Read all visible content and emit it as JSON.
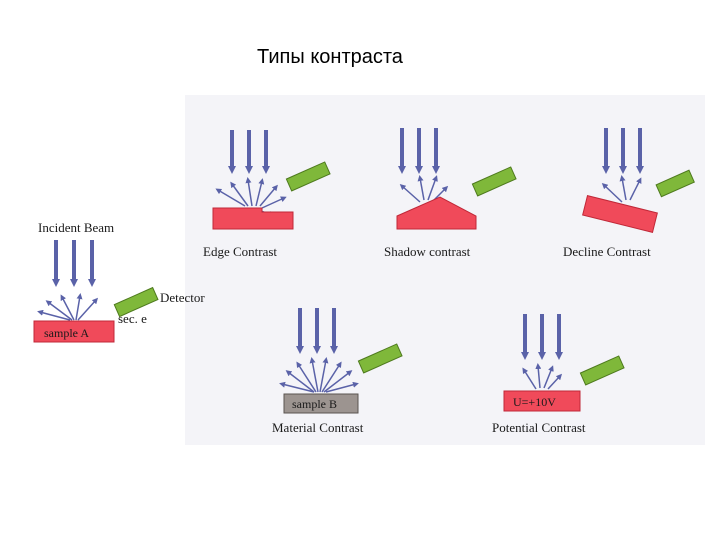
{
  "title": "Типы контраста",
  "colors": {
    "beam": "#5a62a8",
    "sample_red": "#f04a5a",
    "sample_gray": "#9c9490",
    "detector_green": "#7fb83a",
    "scan_bg": "#e8e8ef"
  },
  "labels": {
    "incident_beam": "Incident Beam",
    "detector": "Detector",
    "sec_e": "sec. e",
    "sample_a": "sample A",
    "sample_b": "sample B",
    "potential": "U=+10V",
    "edge": "Edge Contrast",
    "shadow": "Shadow contrast",
    "decline": "Decline Contrast",
    "material": "Material Contrast",
    "potential_contrast": "Potential Contrast"
  }
}
